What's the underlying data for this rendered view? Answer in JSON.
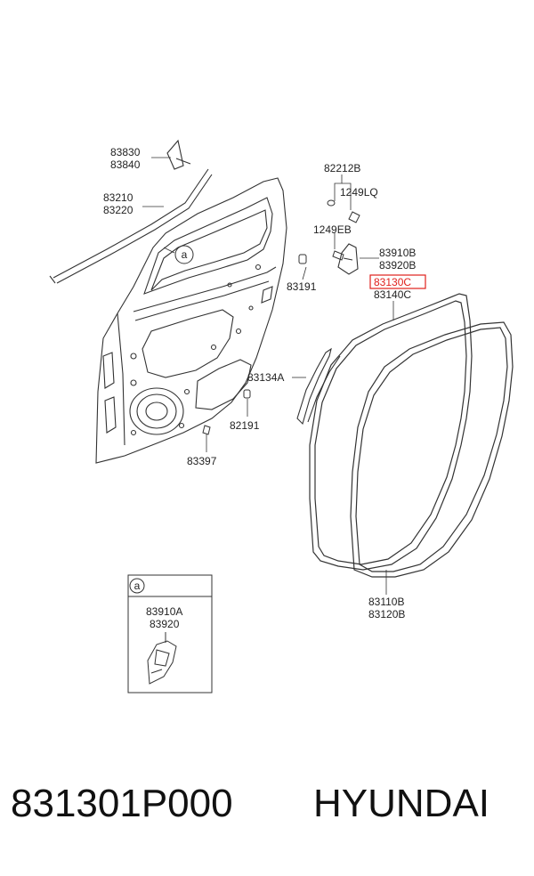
{
  "diagram": {
    "labels": {
      "p83830": "83830",
      "p83840": "83840",
      "p83210": "83210",
      "p83220": "83220",
      "p82212B": "82212B",
      "p1249LQ": "1249LQ",
      "p1249EB": "1249EB",
      "p83910B": "83910B",
      "p83920B": "83920B",
      "p83130C": "83130C",
      "p83140C": "83140C",
      "p83191": "83191",
      "p83134A": "83134A",
      "p82191": "82191",
      "p83397": "83397",
      "p83110B": "83110B",
      "p83120B": "83120B",
      "callout_a": "a",
      "inset_a": "a",
      "p83910A": "83910A",
      "p83920": "83920"
    },
    "highlight_color": "#e0201c"
  },
  "caption": {
    "part_number": "831301P000",
    "brand": "HYUNDAI"
  }
}
